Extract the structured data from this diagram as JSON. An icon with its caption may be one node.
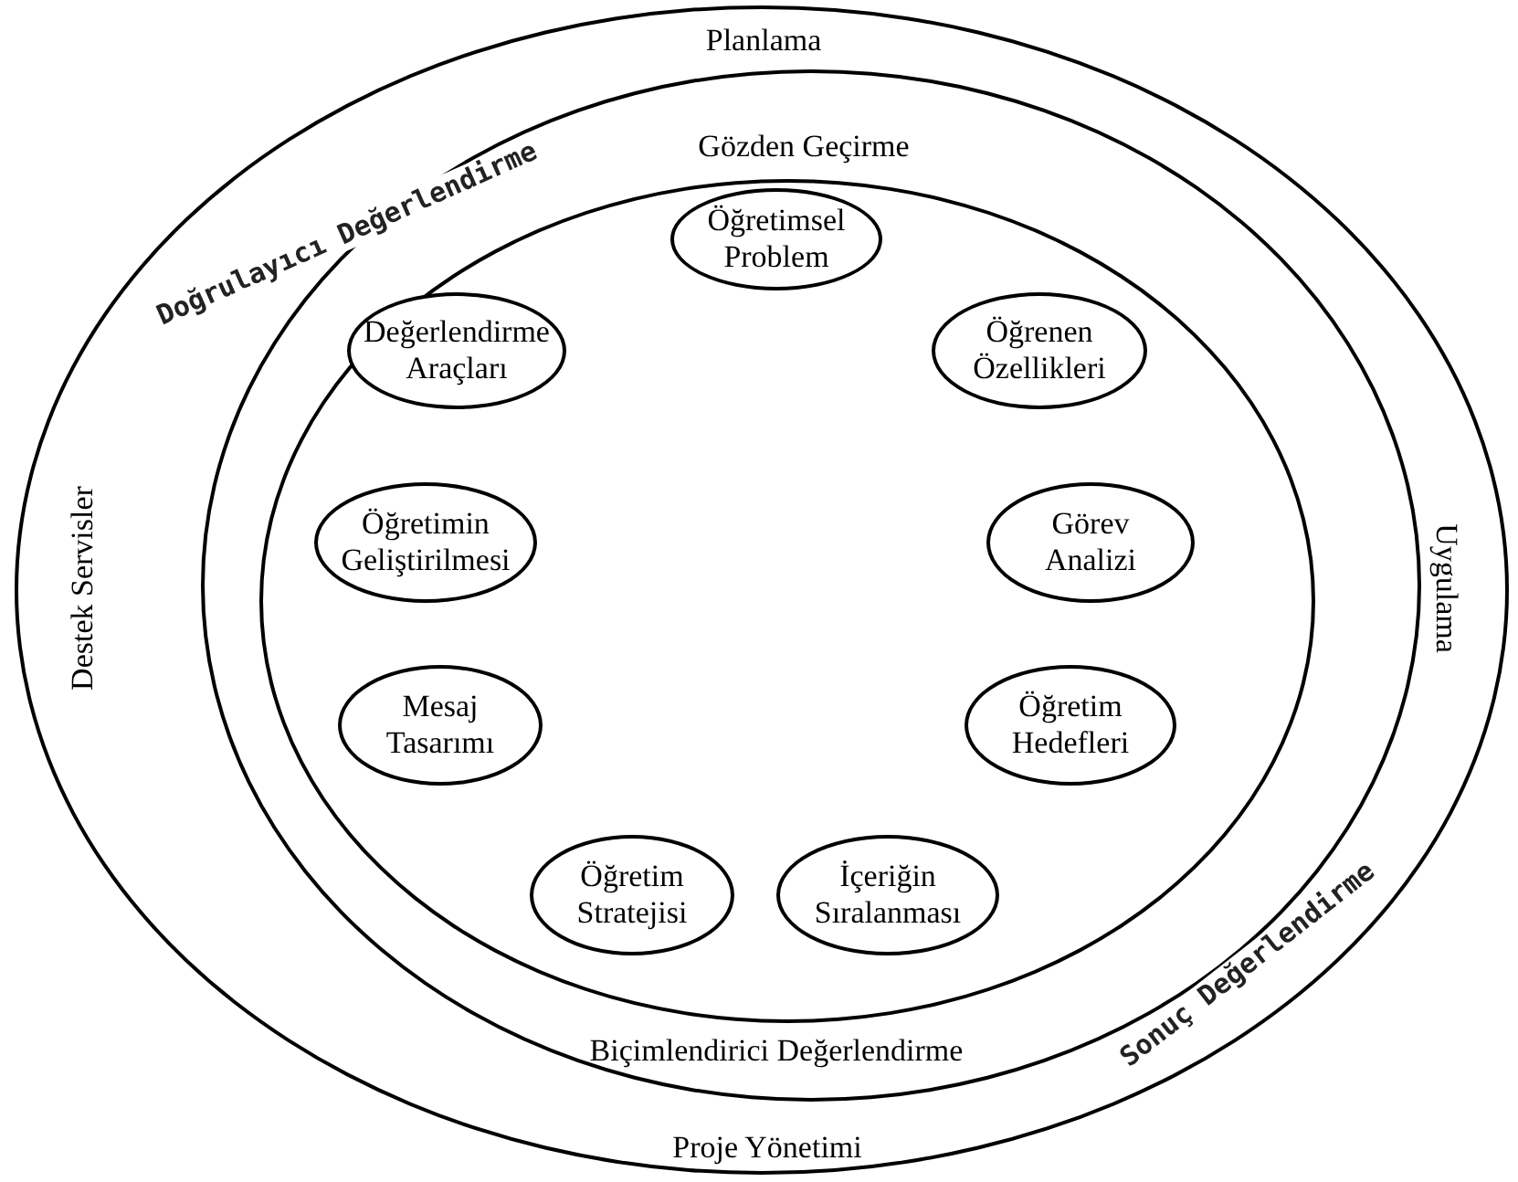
{
  "diagram": {
    "nodes": [
      {
        "text": [
          "Planlama",
          "Destek Servisler",
          "Uygulama",
          "Proje Yönetimi"
        ]
      },
      {
        "text": [
          "Gözden Geçirme",
          "Biçimlendirici Değerlendirme"
        ],
        "in": 0
      },
      {
        "text": [],
        "shape": "ellipse",
        "in": 1
      },
      {
        "text": [
          "Öğretimsel Problem"
        ],
        "in": 2
      },
      {
        "text": [
          "Değerlendirme Araçları"
        ],
        "in": 2
      },
      {
        "text": [
          "Öğrenen Özellikleri"
        ],
        "in": 2
      },
      {
        "text": [
          "Öğretimin Geliştirilmesi"
        ],
        "in": 2
      },
      {
        "text": [
          "Görev Analizi"
        ],
        "in": 2
      },
      {
        "text": [
          "Mesaj Tasarımı"
        ],
        "in": 2
      },
      {
        "text": [
          "Öğretim Hedefleri"
        ],
        "in": 2
      },
      {
        "text": [
          "Öğretim Stratejisi"
        ],
        "in": 2
      },
      {
        "text": [
          "İçeriğin Sıralanması"
        ],
        "in": 2
      }
    ],
    "labels": [
      "Doğrulayıcı Değerlendirme",
      "Sonuç Değerlendirme"
    ]
  }
}
